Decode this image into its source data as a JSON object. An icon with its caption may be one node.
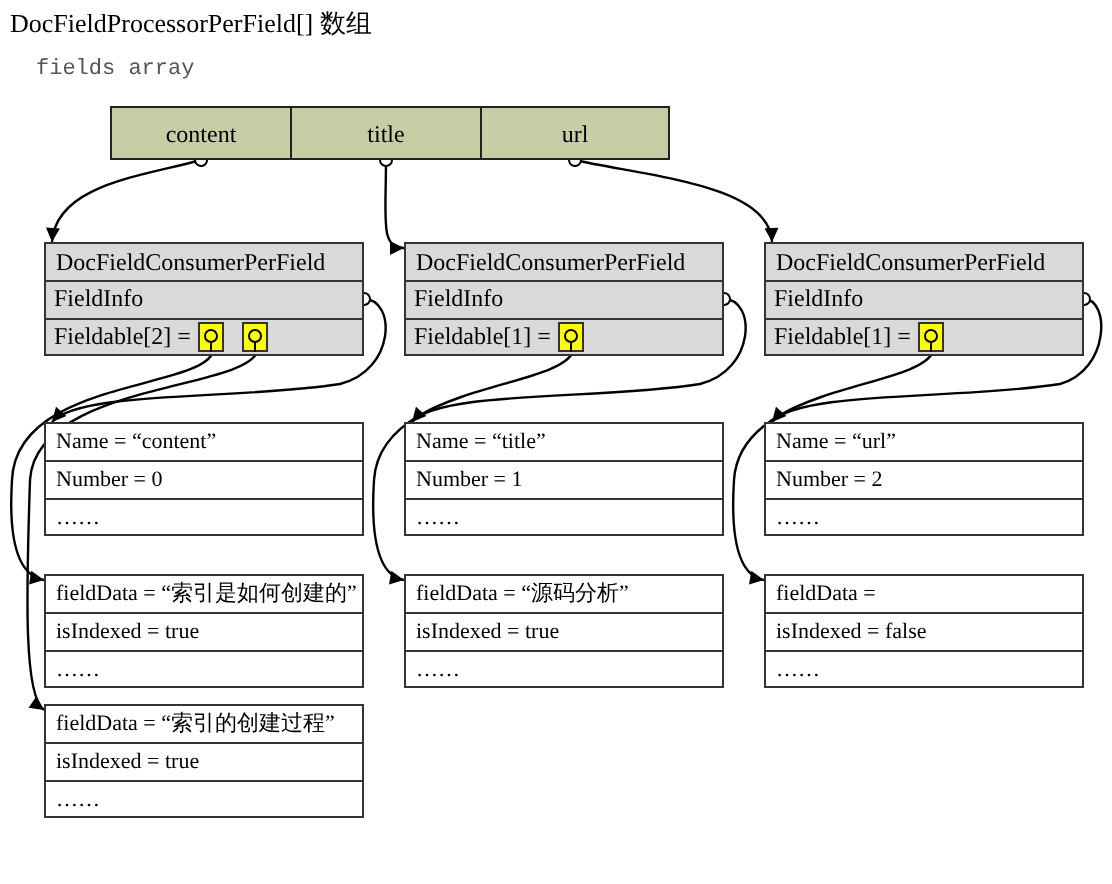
{
  "diagram": {
    "title": "DocFieldProcessorPerField[] 数组",
    "nodes": [
      {
        "text": [
          "content"
        ]
      },
      {
        "text": [
          "title"
        ]
      },
      {
        "text": [
          "url"
        ]
      },
      {
        "text": [
          "DocFieldConsumerPerField"
        ]
      },
      {
        "text": [
          "FieldInfo"
        ],
        "in": 3
      },
      {
        "text": [
          "Fieldable[2] ="
        ],
        "in": 3
      },
      {
        "text": [],
        "shape": "box",
        "in": 5
      },
      {
        "text": [],
        "shape": "box",
        "in": 5
      },
      {
        "text": [
          "DocFieldConsumerPerField"
        ]
      },
      {
        "text": [
          "FieldInfo"
        ],
        "in": 8
      },
      {
        "text": [
          "Fieldable[1] ="
        ],
        "in": 8
      },
      {
        "text": [],
        "shape": "box",
        "in": 10
      },
      {
        "text": [
          "DocFieldConsumerPerField"
        ]
      },
      {
        "text": [
          "FieldInfo"
        ],
        "in": 12
      },
      {
        "text": [
          "Fieldable[1] ="
        ],
        "in": 12
      },
      {
        "text": [],
        "shape": "box",
        "in": 14
      },
      {
        "text": [
          "Name = “content”",
          "Number = 0",
          "……"
        ]
      },
      {
        "text": [
          "Name = “title”",
          "Number = 1",
          "……"
        ]
      },
      {
        "text": [
          "Name = “url”",
          "Number = 2",
          "……"
        ]
      },
      {
        "text": [
          "fieldData = “索引是如何创建的”",
          "isIndexed = true",
          "……"
        ]
      },
      {
        "text": [
          "fieldData = “源码分析”",
          "isIndexed = true",
          "……"
        ]
      },
      {
        "text": [
          "fieldData =",
          "isIndexed = false",
          "……"
        ]
      },
      {
        "text": [
          "fieldData = “索引的创建过程”",
          "isIndexed = true",
          "……"
        ]
      }
    ],
    "edges": [
      {
        "from": 0,
        "to": 3,
        "arrow": "to"
      },
      {
        "from": 1,
        "to": 8,
        "arrow": "to"
      },
      {
        "from": 2,
        "to": 12,
        "arrow": "to"
      },
      {
        "from": 4,
        "to": 16,
        "arrow": "to"
      },
      {
        "from": 6,
        "to": 19,
        "arrow": "to"
      },
      {
        "from": 7,
        "to": 22,
        "arrow": "to"
      },
      {
        "from": 9,
        "to": 17,
        "arrow": "to"
      },
      {
        "from": 11,
        "to": 20,
        "arrow": "to"
      },
      {
        "from": 13,
        "to": 18,
        "arrow": "to"
      },
      {
        "from": 15,
        "to": 21,
        "arrow": "to"
      }
    ],
    "labels": [
      "fields array"
    ]
  }
}
